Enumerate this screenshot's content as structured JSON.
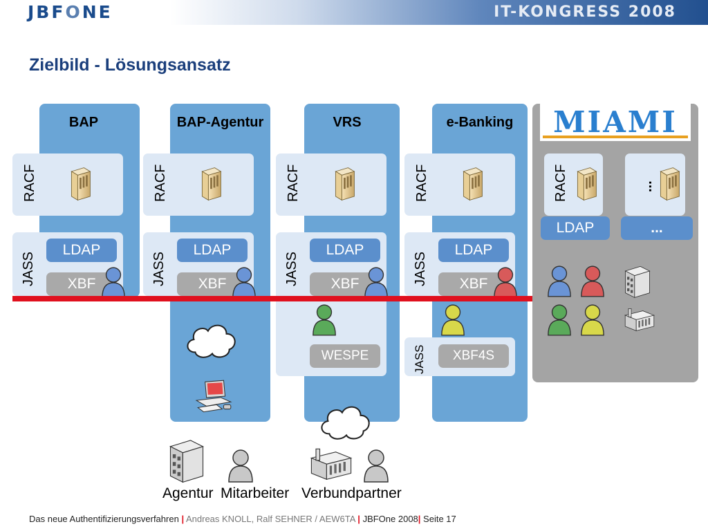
{
  "header": {
    "logo": "JBF",
    "logo_o": "O",
    "logo_tail": "NE",
    "congress": "IT-KONGRESS 2008"
  },
  "title": "Zielbild - Lösungsansatz",
  "columns": [
    {
      "name": "BAP",
      "racf": "RACF",
      "jass": "JASS",
      "ldap": "LDAP",
      "xbf": "XBF"
    },
    {
      "name": "BAP-Agentur",
      "racf": "RACF",
      "jass": "JASS",
      "ldap": "LDAP",
      "xbf": "XBF"
    },
    {
      "name": "VRS",
      "racf": "RACF",
      "jass": "JASS",
      "ldap": "LDAP",
      "xbf": "XBF",
      "extra": "WESPE"
    },
    {
      "name": "e-Banking",
      "racf": "RACF",
      "jass": "JASS",
      "ldap": "LDAP",
      "xbf": "XBF",
      "extra_jass": "JASS",
      "extra": "XBF4S"
    }
  ],
  "miami": {
    "logo": "MIAMI",
    "racf": "RACF",
    "ellipsis": "...",
    "ldap": "LDAP",
    "ldap_more": "..."
  },
  "captions": {
    "agentur": "Agentur",
    "mitarbeiter": "Mitarbeiter",
    "verbundpartner": "Verbundpartner"
  },
  "footer": {
    "topic": "Das neue Authentifizierungsverfahren",
    "sep1": "|",
    "authors": "Andreas KNOLL, Ralf SEHNER / AEW6TA",
    "sep2": "|",
    "event": "JBFOne 2008",
    "sep3": "|",
    "page": "Seite 17"
  },
  "colors": {
    "column": "#6aa5d6",
    "panel": "#dde8f5",
    "pill": "#5b8fcc",
    "miami_bg": "#a4a4a4",
    "red_line": "#e0101e"
  }
}
